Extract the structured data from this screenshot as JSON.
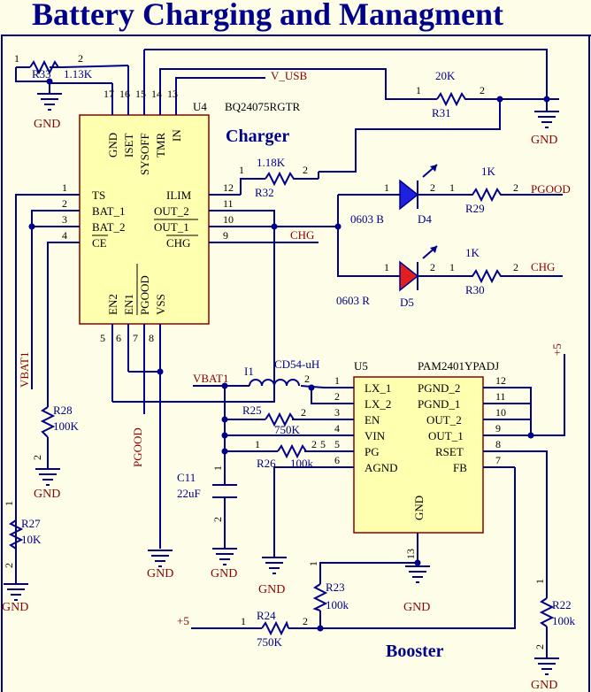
{
  "title": "Battery Charging and Managment",
  "sections": {
    "charger": "Charger",
    "booster": "Booster"
  },
  "gnd": "GND",
  "nets": {
    "v_usb": "V_USB",
    "chg": "CHG",
    "pgood": "PGOOD",
    "vbat1": "VBAT1",
    "plus5": "+5"
  },
  "ic1": {
    "ref": "U4",
    "part": "BQ24075RGTR",
    "left_pins": [
      {
        "num": "1",
        "name": "TS"
      },
      {
        "num": "2",
        "name": "BAT_1"
      },
      {
        "num": "3",
        "name": "BAT_2"
      },
      {
        "num": "4",
        "name": "CE"
      }
    ],
    "right_pins": [
      {
        "num": "12",
        "name": "ILIM"
      },
      {
        "num": "11",
        "name": "OUT_2"
      },
      {
        "num": "10",
        "name": "OUT_1"
      },
      {
        "num": "9",
        "name": "CHG"
      }
    ],
    "top_pins": [
      {
        "num": "17",
        "name": "GND"
      },
      {
        "num": "16",
        "name": "ISET"
      },
      {
        "num": "15",
        "name": "SYSOFF"
      },
      {
        "num": "14",
        "name": "TMR"
      },
      {
        "num": "13",
        "name": "IN"
      }
    ],
    "bottom_pins": [
      {
        "num": "5",
        "name": "EN2"
      },
      {
        "num": "6",
        "name": "EN1"
      },
      {
        "num": "7",
        "name": "PGOOD"
      },
      {
        "num": "8",
        "name": "VSS"
      }
    ]
  },
  "ic2": {
    "ref": "U5",
    "part": "PAM2401YPADJ",
    "left_pins": [
      {
        "num": "1",
        "name": "LX_1"
      },
      {
        "num": "2",
        "name": "LX_2"
      },
      {
        "num": "3",
        "name": "EN"
      },
      {
        "num": "4",
        "name": "VIN"
      },
      {
        "num": "5",
        "name": "PG"
      },
      {
        "num": "6",
        "name": "AGND"
      }
    ],
    "right_pins": [
      {
        "num": "12",
        "name": "PGND_2"
      },
      {
        "num": "11",
        "name": "PGND_1"
      },
      {
        "num": "10",
        "name": "OUT_2"
      },
      {
        "num": "9",
        "name": "OUT_1"
      },
      {
        "num": "8",
        "name": "RSET"
      },
      {
        "num": "7",
        "name": "FB"
      }
    ],
    "bottom_pins": [
      {
        "num": "13",
        "name": "GND"
      }
    ]
  },
  "resistors": {
    "r33": {
      "ref": "R33",
      "value": "1.13K"
    },
    "r31": {
      "ref": "R31",
      "value": "20K"
    },
    "r32": {
      "ref": "R32",
      "value": "1.18K"
    },
    "r29": {
      "ref": "R29",
      "value": "1K"
    },
    "r30": {
      "ref": "R30",
      "value": "1K"
    },
    "r28": {
      "ref": "R28",
      "value": "100K"
    },
    "r27": {
      "ref": "R27",
      "value": "10K"
    },
    "r25": {
      "ref": "R25",
      "value": "750K"
    },
    "r26": {
      "ref": "R26",
      "value": "100k"
    },
    "r23": {
      "ref": "R23",
      "value": "100k"
    },
    "r24": {
      "ref": "R24",
      "value": "750K"
    },
    "r22": {
      "ref": "R22",
      "value": "100k"
    }
  },
  "diodes": {
    "d4": {
      "ref": "D4",
      "package": "0603 B",
      "color": "#2020e0"
    },
    "d5": {
      "ref": "D5",
      "package": "0603 R",
      "color": "#e02020"
    }
  },
  "inductor": {
    "ref": "I1",
    "value": "CD54-uH"
  },
  "capacitor": {
    "ref": "C11",
    "value": "22uF"
  },
  "pin_numbers": {
    "n1": "1",
    "n2": "2",
    "n5": "5",
    "n13": "13"
  },
  "colors": {
    "wire": "#00008b",
    "body": "#ffffb0",
    "net": "#8b0000",
    "background": "#fdfde8"
  }
}
